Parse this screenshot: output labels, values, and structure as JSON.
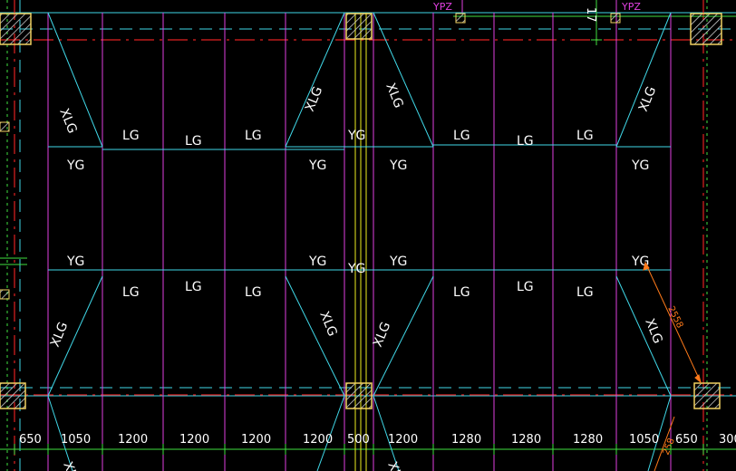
{
  "drawing": {
    "background_color": "#000000",
    "colors": {
      "column_line": "#e040e0",
      "beam_line": "#40d8e8",
      "axis_red": "#e02020",
      "grid_green": "#40e040",
      "dimension_orange": "#ff7a1a",
      "center_yellow": "#f0f020",
      "column_fill": "#f0d060"
    },
    "top_tags": [
      "YPZ",
      "YPZ"
    ],
    "top_partial_text": "17",
    "labels": {
      "lg": "LG",
      "yg": "YG",
      "xlg": "XLG"
    },
    "dimension_values": [
      "650",
      "1050",
      "1200",
      "1200",
      "1200",
      "1200",
      "500",
      "1200",
      "1280",
      "1280",
      "1280",
      "1050",
      "650",
      "300"
    ],
    "diagonal_dimension": "2558",
    "diagonal_dimension_partial": "258"
  }
}
